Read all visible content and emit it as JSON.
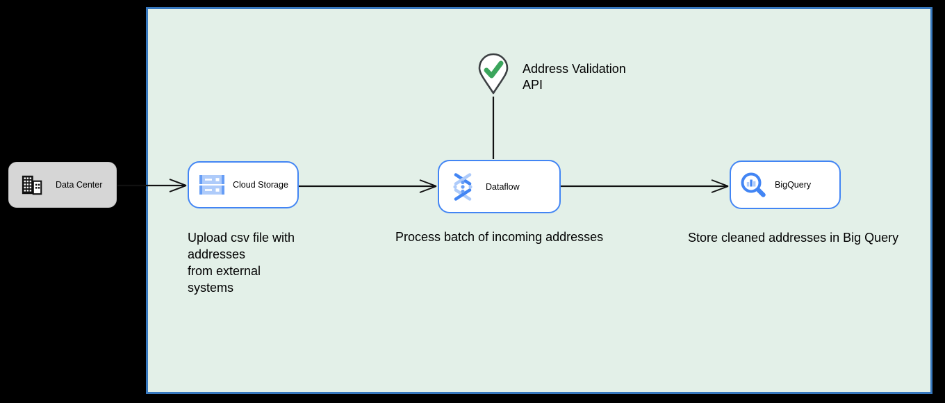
{
  "diagram": {
    "type": "architecture-flow",
    "colors": {
      "canvas_bg": "#000000",
      "panel_fill": "#E3F0E8",
      "panel_border": "#3778BE",
      "node_border_blue": "#4285F4",
      "node_fill": "#FFFFFF",
      "data_center_fill": "#D6D6D6",
      "icon_blue": "#4285F4",
      "icon_blue_mid": "#669DF6",
      "icon_blue_light": "#AECBFA",
      "check_green": "#3BA55C",
      "pin_outline": "#3C4043",
      "connector": "#111111"
    },
    "nodes": {
      "data_center": {
        "label": "Data Center",
        "icon": "building-icon"
      },
      "cloud_storage": {
        "label": "Cloud Storage",
        "icon": "cloud-storage-icon"
      },
      "dataflow": {
        "label": "Dataflow",
        "icon": "dataflow-icon"
      },
      "bigquery": {
        "label": "BigQuery",
        "icon": "bigquery-icon"
      },
      "address_validation_api": {
        "label_lines": [
          "Address Validation",
          "API"
        ],
        "icon": "map-pin-check-icon"
      }
    },
    "edges": [
      {
        "from": "data_center",
        "to": "cloud_storage",
        "style": "open-arrow"
      },
      {
        "from": "cloud_storage",
        "to": "dataflow",
        "style": "open-arrow"
      },
      {
        "from": "dataflow",
        "to": "bigquery",
        "style": "open-arrow"
      },
      {
        "from": "address_validation_api",
        "to": "dataflow",
        "style": "plain-line"
      }
    ],
    "annotations": {
      "upload_lines": [
        "Upload csv file with",
        "addresses",
        "from external",
        "systems"
      ],
      "process": "Process batch of incoming addresses",
      "store": "Store cleaned addresses in Big Query"
    }
  }
}
